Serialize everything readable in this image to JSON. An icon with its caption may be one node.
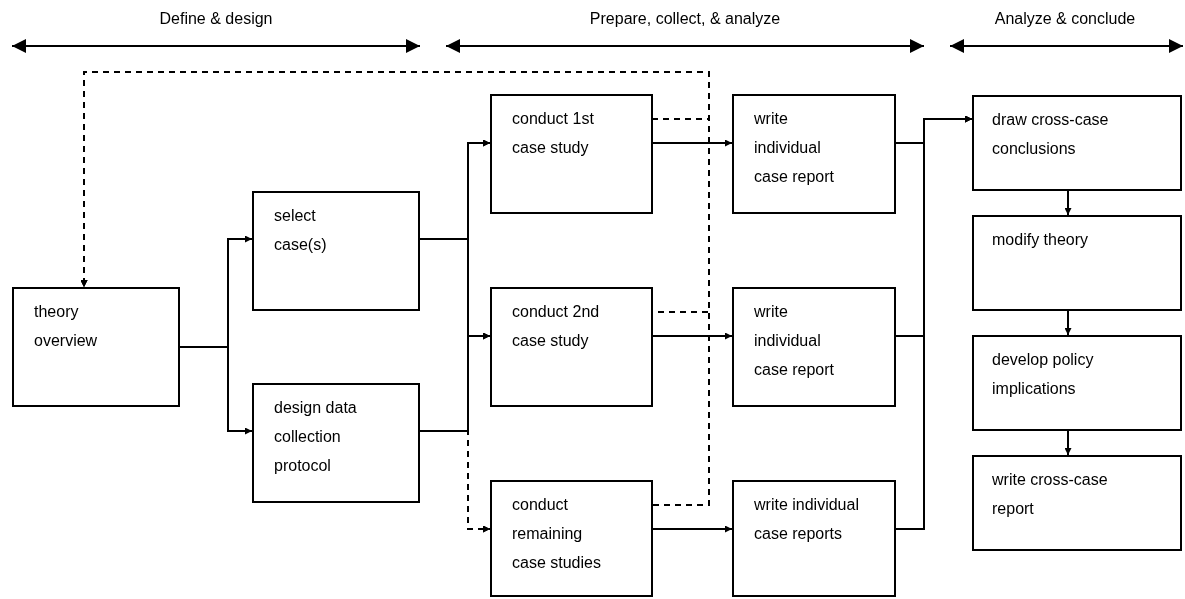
{
  "diagram": {
    "nodes": [
      {
        "text": [
          "theory overview"
        ]
      },
      {
        "text": [
          "select case(s)"
        ]
      },
      {
        "text": [
          "design data collection protocol"
        ]
      },
      {
        "text": [
          "conduct 1st case study"
        ]
      },
      {
        "text": [
          "conduct 2nd case study"
        ]
      },
      {
        "text": [
          "conduct remaining case studies"
        ]
      },
      {
        "text": [
          "write individual case report"
        ]
      },
      {
        "text": [
          "write individual case report"
        ]
      },
      {
        "text": [
          "write individual case reports"
        ]
      },
      {
        "text": [
          "draw cross-case conclusions"
        ]
      },
      {
        "text": [
          "modify theory"
        ]
      },
      {
        "text": [
          "develop policy implications"
        ]
      },
      {
        "text": [
          "write cross-case report"
        ]
      }
    ],
    "edges": [
      {
        "from": 0,
        "to": 1,
        "arrow": "to"
      },
      {
        "from": 0,
        "to": 2,
        "arrow": "to"
      },
      {
        "from": 1,
        "to": 3,
        "arrow": "to"
      },
      {
        "from": 1,
        "to": 4,
        "arrow": "to"
      },
      {
        "from": 1,
        "to": 5,
        "arrow": "to",
        "style": "dashed"
      },
      {
        "from": 2,
        "to": 3,
        "arrow": "to"
      },
      {
        "from": 2,
        "to": 4,
        "arrow": "to"
      },
      {
        "from": 2,
        "to": 5,
        "arrow": "to",
        "style": "dashed"
      },
      {
        "from": 3,
        "to": 6,
        "arrow": "to"
      },
      {
        "from": 4,
        "to": 7,
        "arrow": "to"
      },
      {
        "from": 5,
        "to": 8,
        "arrow": "to"
      },
      {
        "from": 3,
        "to": 0,
        "arrow": "to",
        "style": "dashed"
      },
      {
        "from": 4,
        "to": 0,
        "arrow": "to",
        "style": "dashed"
      },
      {
        "from": 5,
        "to": 0,
        "arrow": "to",
        "style": "dashed"
      },
      {
        "from": 6,
        "to": 9,
        "arrow": "to"
      },
      {
        "from": 7,
        "to": 9,
        "arrow": "to"
      },
      {
        "from": 8,
        "to": 9,
        "arrow": "to"
      },
      {
        "from": 9,
        "to": 10,
        "arrow": "to"
      },
      {
        "from": 10,
        "to": 11,
        "arrow": "to"
      },
      {
        "from": 11,
        "to": 12,
        "arrow": "to"
      }
    ],
    "labels": [
      "Define & design",
      "Prepare, collect, & analyze",
      "Analyze & conclude"
    ]
  }
}
